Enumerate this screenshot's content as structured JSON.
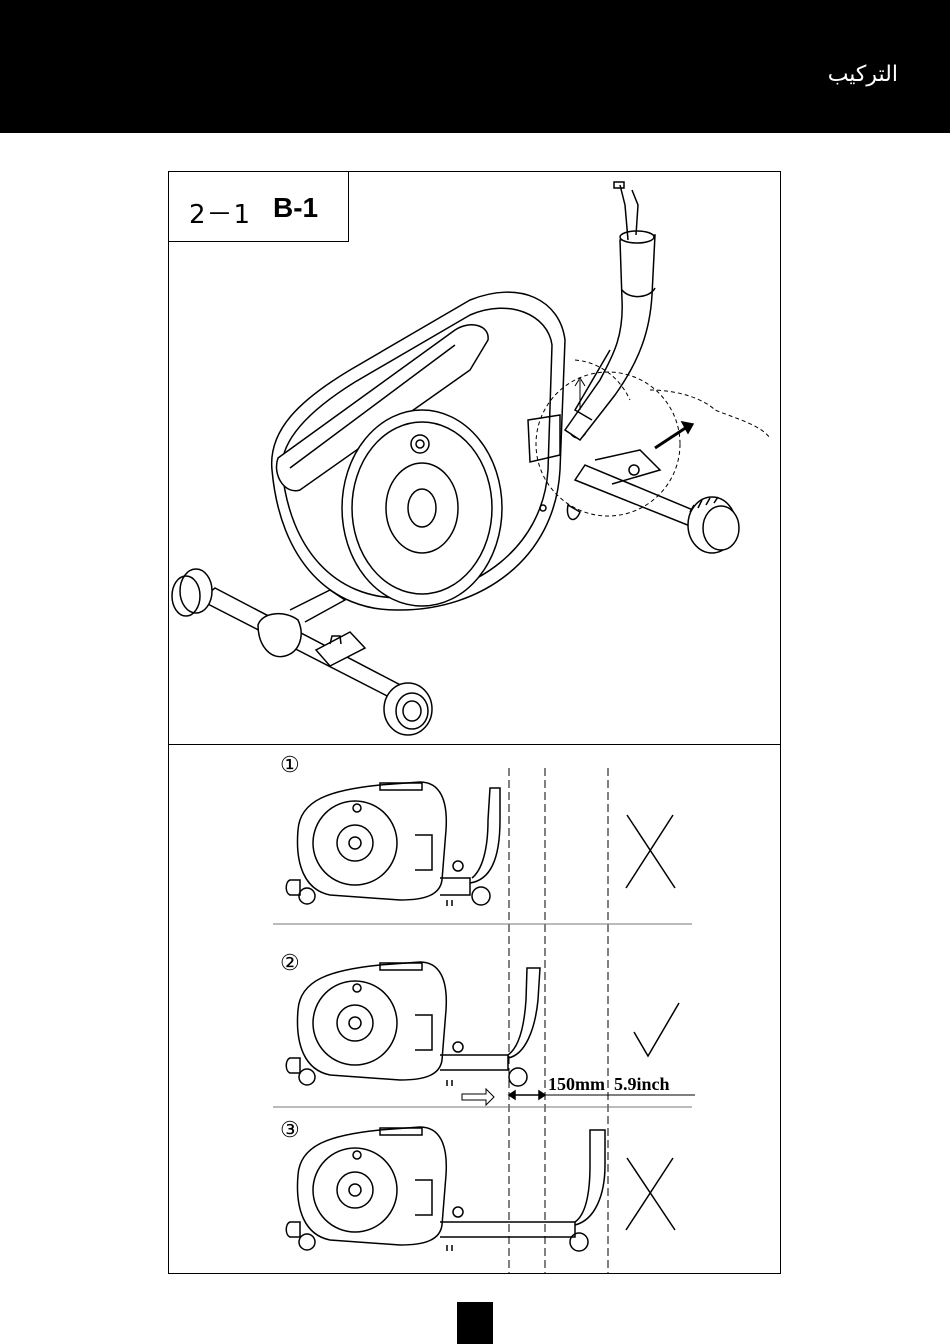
{
  "header": {
    "title": "التركيب",
    "background": "#000000",
    "text_color": "#ffffff"
  },
  "step": {
    "number": "2－1",
    "code": "B-1"
  },
  "options": [
    {
      "label": "①",
      "result": "incorrect"
    },
    {
      "label": "②",
      "result": "correct"
    },
    {
      "label": "③",
      "result": "incorrect"
    }
  ],
  "measurement": {
    "label": "150mm  5.9inch"
  },
  "icons": {
    "incorrect": "cross-mark-icon",
    "correct": "check-mark-icon",
    "direction": "arrow-right-icon"
  }
}
